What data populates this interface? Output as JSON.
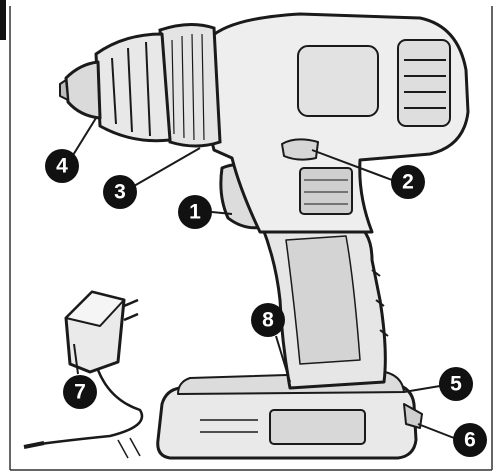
{
  "colors": {
    "line": "#1a1a1a",
    "body": "#eeeeee",
    "shade": "#cfcfcf",
    "callout": "#111111"
  },
  "callouts": [
    {
      "number": "1"
    },
    {
      "number": "2"
    },
    {
      "number": "3"
    },
    {
      "number": "4"
    },
    {
      "number": "5"
    },
    {
      "number": "6"
    },
    {
      "number": "7"
    },
    {
      "number": "8"
    }
  ]
}
